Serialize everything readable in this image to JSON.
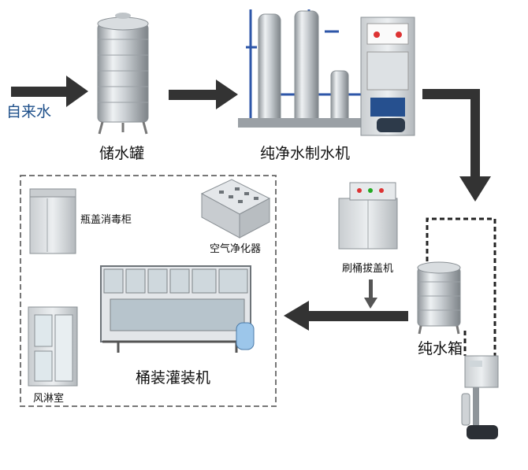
{
  "labels": {
    "tap_water": "自来水",
    "storage_tank": "储水罐",
    "pure_water_machine": "纯净水制水机",
    "cap_sterilizer": "瓶盖消毒柜",
    "air_purifier": "空气净化器",
    "brush_cap_remover": "刷桶拔盖机",
    "pure_water_tank": "纯水箱",
    "barrel_filling_machine": "桶装灌装机",
    "air_shower_room": "风淋室"
  }
}
